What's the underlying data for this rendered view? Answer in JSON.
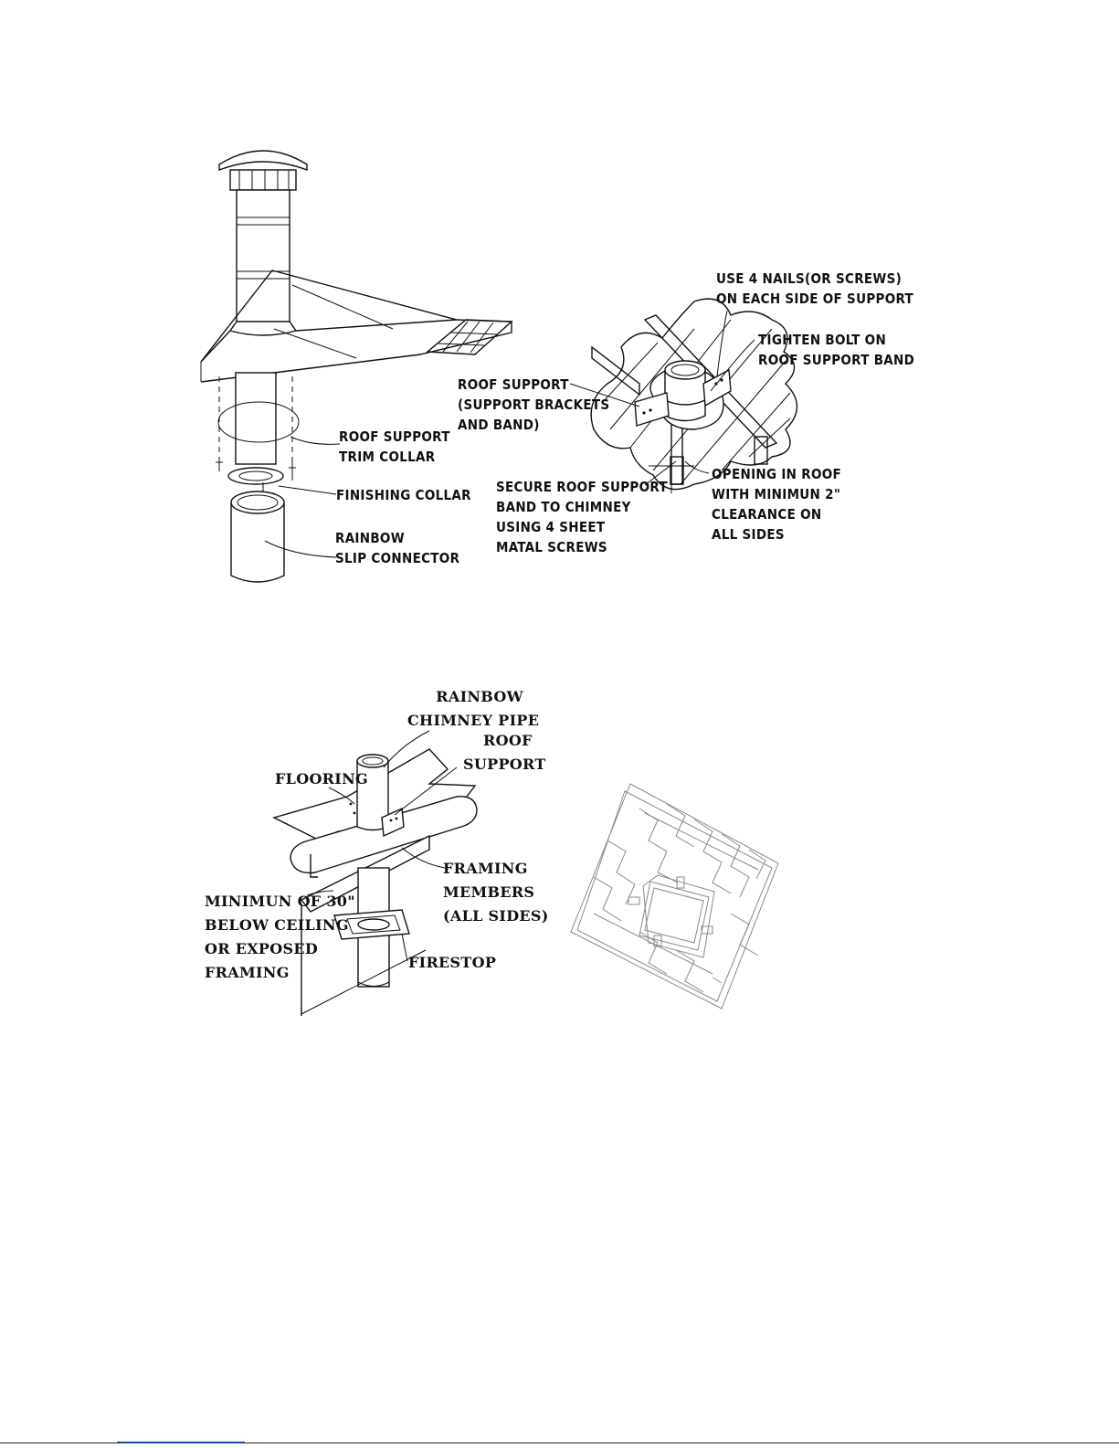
{
  "figure1": {
    "roof_support_trim_collar": [
      "ROOF SUPPORT",
      "TRIM COLLAR"
    ],
    "finishing_collar": "FINISHING COLLAR",
    "rainbow_slip_connector": [
      "RAINBOW",
      "SLIP CONNECTOR"
    ]
  },
  "figure2": {
    "use_nails": [
      "USE 4 NAILS(OR SCREWS)",
      "ON EACH SIDE OF SUPPORT"
    ],
    "tighten_bolt": [
      "TIGHTEN BOLT ON",
      "ROOF SUPPORT BAND"
    ],
    "roof_support": [
      "ROOF SUPPORT",
      "(SUPPORT BRACKETS",
      "AND BAND)"
    ],
    "secure_band": [
      "SECURE ROOF SUPPORT",
      "BAND TO CHIMNEY",
      "USING 4 SHEET",
      "MATAL SCREWS"
    ],
    "opening_in_roof": [
      "OPENING IN ROOF",
      "WITH MINIMUN 2\"",
      "CLEARANCE ON",
      "ALL SIDES"
    ]
  },
  "figure3": {
    "rainbow_chimney_pipe": [
      "RAINBOW",
      "CHIMNEY PIPE"
    ],
    "roof_support": [
      "ROOF",
      "SUPPORT"
    ],
    "flooring": "FLOORING",
    "framing_members": [
      "FRAMING",
      "MEMBERS",
      "(ALL SIDES)"
    ],
    "minimun_30": [
      "MINIMUN OF 30\"",
      "BELOW CEILING",
      "OR EXPOSED",
      "FRAMING"
    ],
    "firestop": "FIRESTOP"
  },
  "colors": {
    "ink": "#111111",
    "footer_link": "#1a44cc"
  }
}
